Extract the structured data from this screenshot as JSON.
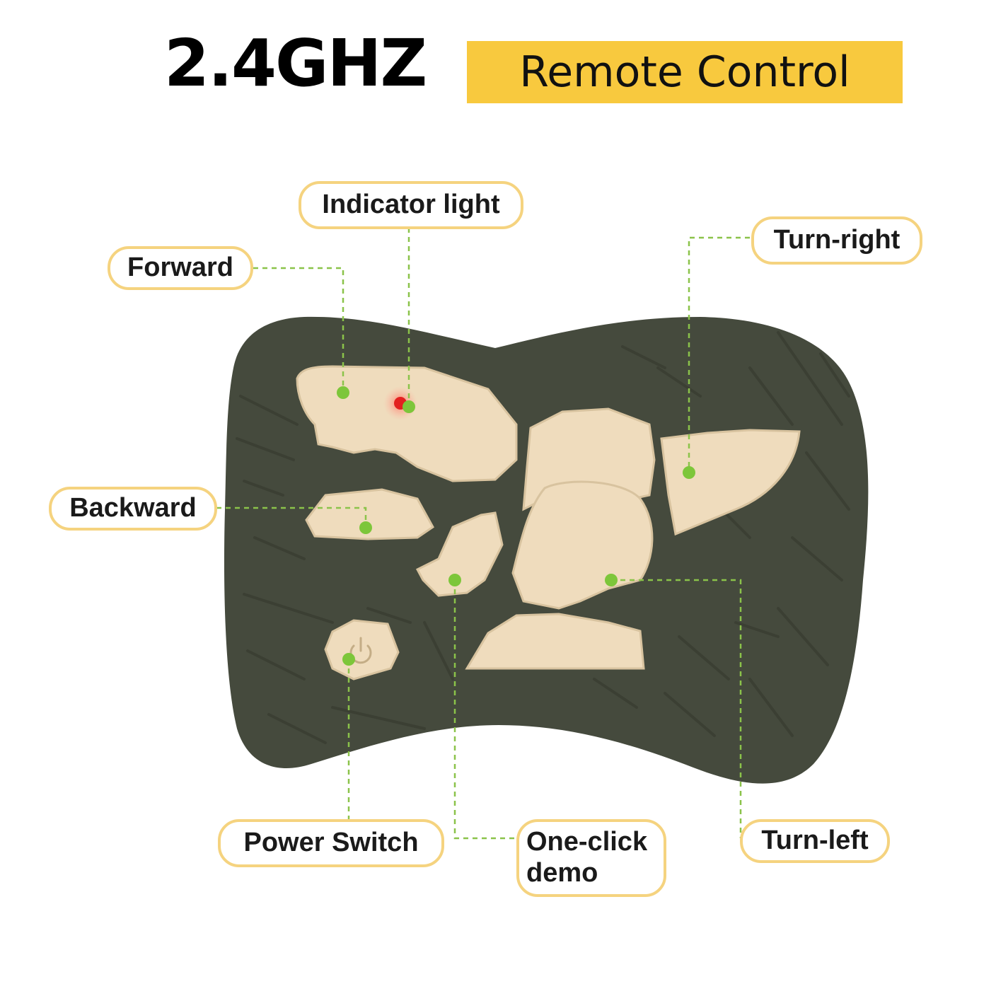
{
  "header": {
    "frequency": "2.4GHZ",
    "subtitle": "Remote Control"
  },
  "callouts": {
    "indicator_light": "Indicator light",
    "forward": "Forward",
    "turn_right": "Turn-right",
    "backward": "Backward",
    "power_switch": "Power Switch",
    "one_click_demo": "One-click demo",
    "turn_left": "Turn-left"
  },
  "colors": {
    "accent": "#f8c93e",
    "callout_border": "#f5d37f",
    "leader_line": "#8bc34a",
    "marker_dot": "#7dc63a",
    "remote_body": "#454a3d",
    "bone": "#efdcbd",
    "indicator_led": "#e32020"
  }
}
